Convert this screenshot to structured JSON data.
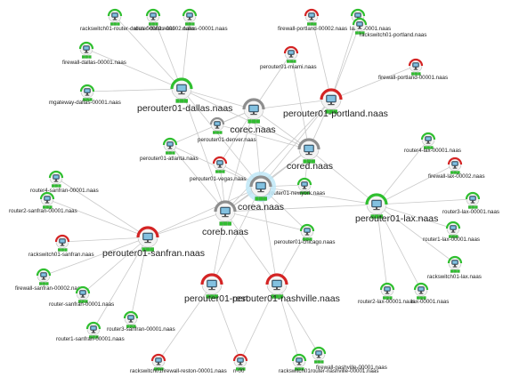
{
  "diagram": {
    "colors": {
      "ok": "#2fbf2f",
      "alert": "#d42424",
      "neutral": "#8e8e8e",
      "highlight": "#bfe8f7",
      "badge": "#2fbf2f",
      "edge": "#c9c9c9",
      "label": "#222222",
      "screen": "#3f6f8f"
    },
    "nodes": [
      {
        "id": "n_rs_router_dallas",
        "label": "rackswitch01-router-dallas-00002.naas",
        "size": "small",
        "status": "ok"
      },
      {
        "id": "n_router_dallas",
        "label": "router-dallas-00002.naas",
        "size": "small",
        "status": "ok"
      },
      {
        "id": "n_dallas_00001",
        "label": "dallas-00001.naas",
        "size": "small",
        "status": "ok"
      },
      {
        "id": "n_fw_portland_2",
        "label": "firewall-portland-00002.naas",
        "size": "small",
        "status": "alert"
      },
      {
        "id": "n_portland_00001",
        "label": "land-00001.naas",
        "size": "small",
        "status": "ok"
      },
      {
        "id": "n_rs_portland",
        "label": "rackswitch01-portland.naas",
        "size": "small",
        "status": "ok"
      },
      {
        "id": "n_fw_dallas",
        "label": "firewall-dallas-00001.naas",
        "size": "small",
        "status": "ok"
      },
      {
        "id": "n_pe_miami",
        "label": "perouter01-miami.naas",
        "size": "small",
        "status": "alert"
      },
      {
        "id": "n_fw_portland_1",
        "label": "firewall-portland-00001.naas",
        "size": "small",
        "status": "alert"
      },
      {
        "id": "n_mgw_dallas",
        "label": "mgateway-dallas-00001.naas",
        "size": "small",
        "status": "ok"
      },
      {
        "id": "n_pe_dallas",
        "label": "perouter01-dallas.naas",
        "size": "large",
        "status": "ok"
      },
      {
        "id": "n_pe_portland",
        "label": "perouter01-portland.naas",
        "size": "large",
        "status": "alert"
      },
      {
        "id": "n_corec",
        "label": "corec.naas",
        "size": "large",
        "status": "neutral"
      },
      {
        "id": "n_pe_denver",
        "label": "perouter01-denver.naas",
        "size": "small",
        "status": "neutral"
      },
      {
        "id": "n_pe_atlanta",
        "label": "perouter01-atlanta.naas",
        "size": "small",
        "status": "ok"
      },
      {
        "id": "n_cored",
        "label": "cored.naas",
        "size": "large",
        "status": "neutral"
      },
      {
        "id": "n_router4_lax",
        "label": "router4-lax-00001.naas",
        "size": "small",
        "status": "ok"
      },
      {
        "id": "n_fw_lax_2",
        "label": "firewall-lax-00002.naas",
        "size": "small",
        "status": "alert"
      },
      {
        "id": "n_pe_vegas",
        "label": "perouter01-vegas.naas",
        "size": "small",
        "status": "alert"
      },
      {
        "id": "n_pe_newyork",
        "label": "perouter01-newyork.naas",
        "size": "small",
        "status": "ok"
      },
      {
        "id": "n_corea",
        "label": "corea.naas",
        "size": "large",
        "status": "neutral",
        "highlight": true
      },
      {
        "id": "n_router4_sanfran",
        "label": "router4-sanfran-00001.naas",
        "size": "small",
        "status": "ok"
      },
      {
        "id": "n_router2_sanfran",
        "label": "router2-sanfran-00001.naas",
        "size": "small",
        "status": "ok"
      },
      {
        "id": "n_coreb",
        "label": "coreb.naas",
        "size": "large",
        "status": "neutral"
      },
      {
        "id": "n_pe_lax",
        "label": "perouter01-lax.naas",
        "size": "large",
        "status": "ok"
      },
      {
        "id": "n_router3_lax",
        "label": "router3-lax-00001.naas",
        "size": "small",
        "status": "ok"
      },
      {
        "id": "n_pe_chicago",
        "label": "perouter01-chicago.naas",
        "size": "small",
        "status": "ok"
      },
      {
        "id": "n_router1_lax",
        "label": "router1-lax-00001.naas",
        "size": "small",
        "status": "ok"
      },
      {
        "id": "n_rs_sanfran",
        "label": "rackswitch01-sanfran.naas",
        "size": "small",
        "status": "alert"
      },
      {
        "id": "n_pe_sanfran",
        "label": "perouter01-sanfran.naas",
        "size": "large",
        "status": "alert"
      },
      {
        "id": "n_rs_lax",
        "label": "rackswitch01-lax.naas",
        "size": "small",
        "status": "ok"
      },
      {
        "id": "n_fw_sanfran",
        "label": "firewall-sanfran-00002.naas",
        "size": "small",
        "status": "ok"
      },
      {
        "id": "n_pe_reston",
        "label": "perouter01-rest",
        "size": "large",
        "status": "alert"
      },
      {
        "id": "n_pe_nashville",
        "label": "perouter01-nashville.naas",
        "size": "large",
        "status": "alert"
      },
      {
        "id": "n_router_sanfran",
        "label": "router-sanfran-00001.naas",
        "size": "small",
        "status": "ok"
      },
      {
        "id": "n_router2_lax",
        "label": "router2-lax-00001.naas",
        "size": "small",
        "status": "ok"
      },
      {
        "id": "n_lax_00001",
        "label": "lax-00001.naas",
        "size": "small",
        "status": "ok"
      },
      {
        "id": "n_router3_sanfran",
        "label": "router3-sanfran-00001.naas",
        "size": "small",
        "status": "ok"
      },
      {
        "id": "n_router1_sanfran",
        "label": "router1-sanfran-00001.naas",
        "size": "small",
        "status": "ok"
      },
      {
        "id": "n_rs_reston",
        "label": "rackswitch01firewall-reston-00001.naas",
        "size": "small",
        "status": "alert"
      },
      {
        "id": "n_reston_00001",
        "label": "n-00",
        "size": "small",
        "status": "alert"
      },
      {
        "id": "n_rs_nashville",
        "label": "rackswitch01router-nashville-00001.naas",
        "size": "small",
        "status": "ok"
      },
      {
        "id": "n_fw_nashville",
        "label": "firewall-nashville-00001.naas",
        "size": "small",
        "status": "ok"
      }
    ],
    "edges": [
      [
        "n_pe_dallas",
        "n_rs_router_dallas"
      ],
      [
        "n_pe_dallas",
        "n_router_dallas"
      ],
      [
        "n_pe_dallas",
        "n_dallas_00001"
      ],
      [
        "n_pe_dallas",
        "n_fw_dallas"
      ],
      [
        "n_pe_dallas",
        "n_mgw_dallas"
      ],
      [
        "n_pe_dallas",
        "n_corec"
      ],
      [
        "n_pe_dallas",
        "n_corea"
      ],
      [
        "n_pe_dallas",
        "n_coreb"
      ],
      [
        "n_pe_dallas",
        "n_cored"
      ],
      [
        "n_pe_portland",
        "n_fw_portland_2"
      ],
      [
        "n_pe_portland",
        "n_portland_00001"
      ],
      [
        "n_pe_portland",
        "n_rs_portland"
      ],
      [
        "n_pe_portland",
        "n_fw_portland_1"
      ],
      [
        "n_pe_portland",
        "n_corec"
      ],
      [
        "n_pe_portland",
        "n_cored"
      ],
      [
        "n_pe_portland",
        "n_corea"
      ],
      [
        "n_pe_portland",
        "n_coreb"
      ],
      [
        "n_pe_miami",
        "n_corec"
      ],
      [
        "n_pe_miami",
        "n_cored"
      ],
      [
        "n_corec",
        "n_pe_denver"
      ],
      [
        "n_corec",
        "n_cored"
      ],
      [
        "n_corec",
        "n_corea"
      ],
      [
        "n_corec",
        "n_coreb"
      ],
      [
        "n_corec",
        "n_pe_atlanta"
      ],
      [
        "n_corec",
        "n_pe_vegas"
      ],
      [
        "n_cored",
        "n_corea"
      ],
      [
        "n_cored",
        "n_coreb"
      ],
      [
        "n_cored",
        "n_pe_lax"
      ],
      [
        "n_cored",
        "n_pe_newyork"
      ],
      [
        "n_cored",
        "n_pe_denver"
      ],
      [
        "n_corea",
        "n_coreb"
      ],
      [
        "n_corea",
        "n_pe_lax"
      ],
      [
        "n_corea",
        "n_pe_sanfran"
      ],
      [
        "n_corea",
        "n_pe_nashville"
      ],
      [
        "n_corea",
        "n_pe_reston"
      ],
      [
        "n_corea",
        "n_pe_chicago"
      ],
      [
        "n_corea",
        "n_pe_vegas"
      ],
      [
        "n_corea",
        "n_pe_atlanta"
      ],
      [
        "n_corea",
        "n_pe_newyork"
      ],
      [
        "n_coreb",
        "n_pe_sanfran"
      ],
      [
        "n_coreb",
        "n_pe_lax"
      ],
      [
        "n_coreb",
        "n_pe_reston"
      ],
      [
        "n_coreb",
        "n_pe_nashville"
      ],
      [
        "n_coreb",
        "n_pe_chicago"
      ],
      [
        "n_coreb",
        "n_pe_atlanta"
      ],
      [
        "n_coreb",
        "n_pe_vegas"
      ],
      [
        "n_pe_lax",
        "n_router4_lax"
      ],
      [
        "n_pe_lax",
        "n_fw_lax_2"
      ],
      [
        "n_pe_lax",
        "n_router3_lax"
      ],
      [
        "n_pe_lax",
        "n_router1_lax"
      ],
      [
        "n_pe_lax",
        "n_rs_lax"
      ],
      [
        "n_pe_lax",
        "n_router2_lax"
      ],
      [
        "n_pe_lax",
        "n_lax_00001"
      ],
      [
        "n_pe_sanfran",
        "n_router4_sanfran"
      ],
      [
        "n_pe_sanfran",
        "n_router2_sanfran"
      ],
      [
        "n_pe_sanfran",
        "n_rs_sanfran"
      ],
      [
        "n_pe_sanfran",
        "n_fw_sanfran"
      ],
      [
        "n_pe_sanfran",
        "n_router_sanfran"
      ],
      [
        "n_pe_sanfran",
        "n_router3_sanfran"
      ],
      [
        "n_pe_sanfran",
        "n_router1_sanfran"
      ],
      [
        "n_pe_reston",
        "n_rs_reston"
      ],
      [
        "n_pe_reston",
        "n_reston_00001"
      ],
      [
        "n_pe_nashville",
        "n_rs_nashville"
      ],
      [
        "n_pe_nashville",
        "n_fw_nashville"
      ],
      [
        "n_pe_nashville",
        "n_reston_00001"
      ],
      [
        "n_pe_nashville",
        "n_pe_chicago"
      ]
    ]
  }
}
